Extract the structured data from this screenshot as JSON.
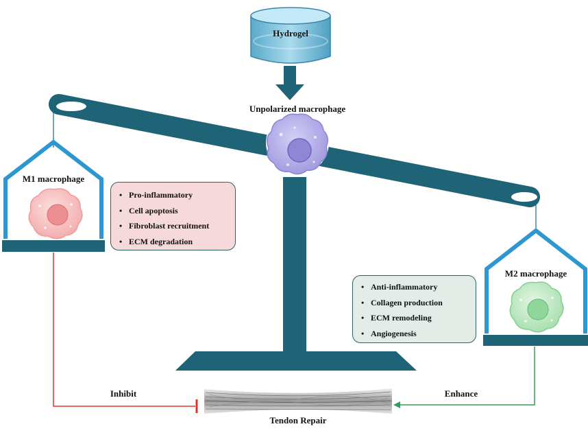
{
  "hydrogel_label": "Hydrogel",
  "unpolarized_label": "Unpolarized macrophage",
  "m1": {
    "title": "M1 macrophage",
    "effects": [
      "Pro-inflammatory",
      "Cell apoptosis",
      "Fibroblast recruitment",
      "ECM degradation"
    ],
    "action": "Inhibit",
    "box_color": "#f6d9db",
    "line_color": "#e0322f"
  },
  "m2": {
    "title": "M2 macrophage",
    "effects": [
      "Anti-inflammatory",
      "Collagen production",
      "ECM remodeling",
      "Angiogenesis"
    ],
    "action": "Enhance",
    "box_color": "#e4ece7",
    "line_color": "#2fa05a"
  },
  "outcome_label": "Tendon Repair",
  "colors": {
    "scale": "#1f6476",
    "pan_frame": "#2f97cf",
    "hydrogel": "#7fc4de",
    "unpolarized_cell": "#b4aee8",
    "m1_cell": "#f4b6b6",
    "m2_cell": "#b7e6bd"
  },
  "icons": [
    "hydrogel-cylinder-icon",
    "unpolarized-macrophage-icon",
    "m1-macrophage-icon",
    "m2-macrophage-icon",
    "tendon-fiber-icon"
  ]
}
